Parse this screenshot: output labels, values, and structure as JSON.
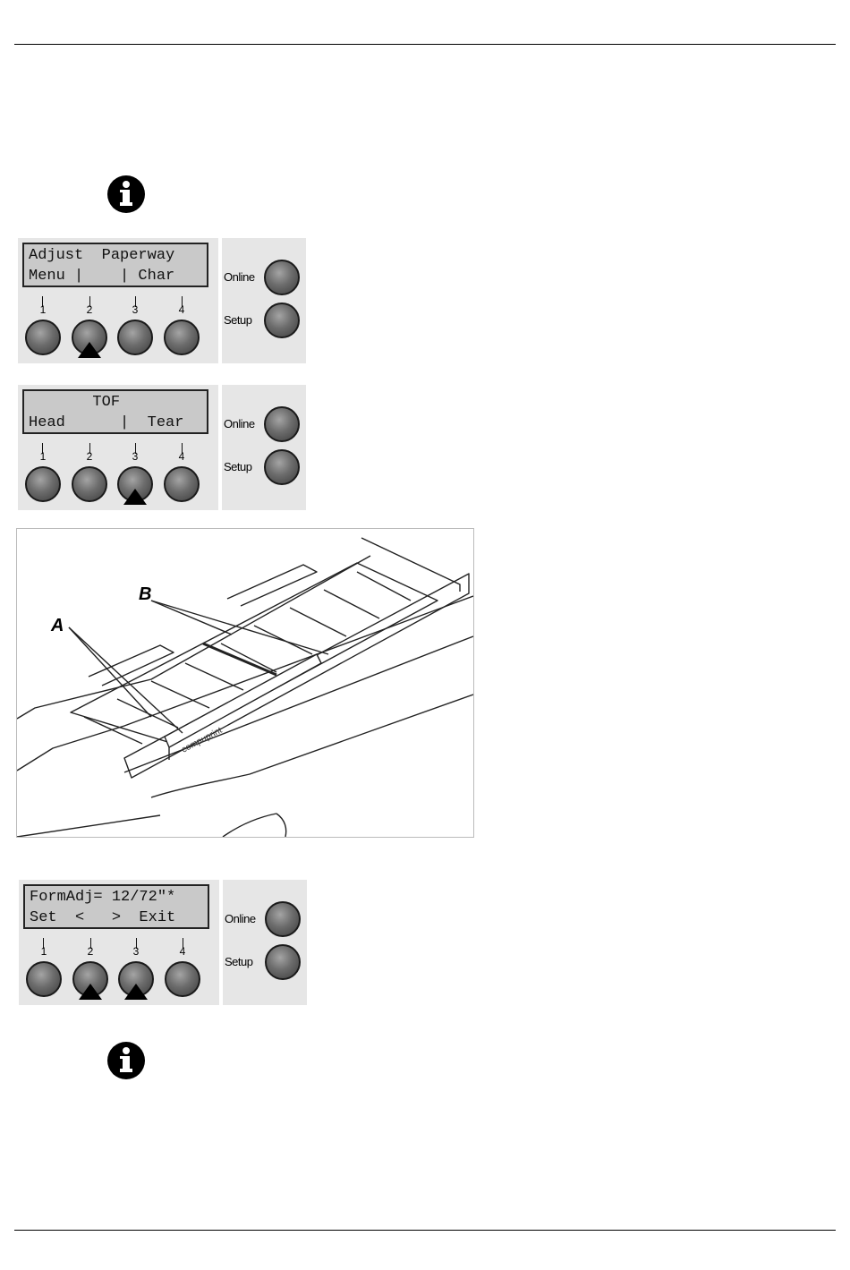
{
  "info_icon_glyph": "i",
  "panels": [
    {
      "lcd_line1": "Adjust  Paperway",
      "lcd_line2": "Menu |    | Char",
      "keys": [
        "1",
        "2",
        "3",
        "4"
      ],
      "arrow_keys": [
        2
      ],
      "side_keys": [
        "Online",
        "Setup"
      ]
    },
    {
      "lcd_line1": "       TOF",
      "lcd_line2": "Head      |  Tear",
      "keys": [
        "1",
        "2",
        "3",
        "4"
      ],
      "arrow_keys": [
        3
      ],
      "side_keys": [
        "Online",
        "Setup"
      ]
    },
    {
      "lcd_line1": "FormAdj= 12/72\"*",
      "lcd_line2": "Set  <   >  Exit",
      "keys": [
        "1",
        "2",
        "3",
        "4"
      ],
      "arrow_keys": [
        2,
        3
      ],
      "side_keys": [
        "Online",
        "Setup"
      ]
    }
  ],
  "figure": {
    "label_a": "A",
    "label_b": "B",
    "device_text": "compuprint"
  }
}
